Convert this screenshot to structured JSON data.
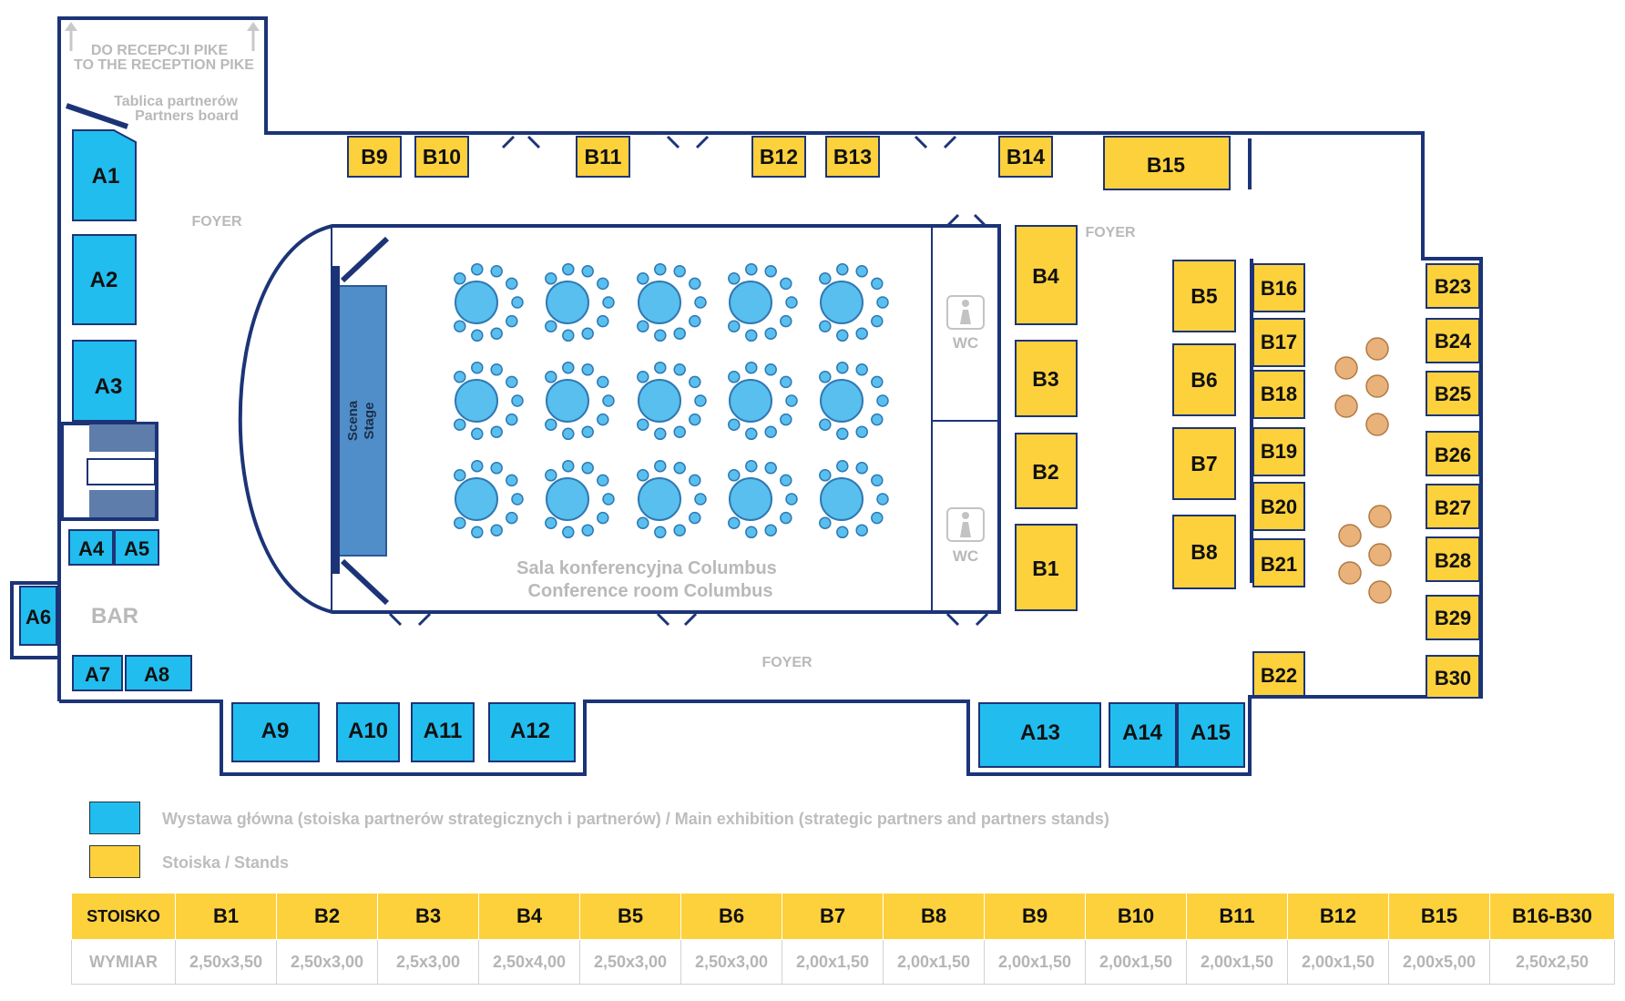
{
  "colors": {
    "wall": "#1c3477",
    "blue_booth": "#21bdee",
    "yellow_booth": "#fdd13c",
    "stage": "#4f8ec9",
    "table": "#59bfee",
    "chair": "#59bfee",
    "bar_table": "#e8b27a",
    "label_gray": "#b9b9b9"
  },
  "labels": {
    "reception_pl": "DO RECEPCJI PIKE",
    "reception_en": "TO THE RECEPTION PIKE",
    "partners_board_pl": "Tablica partnerów",
    "partners_board_en": "Partners board",
    "foyer": "FOYER",
    "bar": "BAR",
    "wc": "WC",
    "stage_pl": "Scena",
    "stage_en": "Stage",
    "room_pl": "Sala konferencyjna Columbus",
    "room_en": "Conference room Columbus"
  },
  "booths": {
    "a1": "A1",
    "a2": "A2",
    "a3": "A3",
    "a4": "A4",
    "a5": "A5",
    "a6": "A6",
    "a7": "A7",
    "a8": "A8",
    "a9": "A9",
    "a10": "A10",
    "a11": "A11",
    "a12": "A12",
    "a13": "A13",
    "a14": "A14",
    "a15": "A15",
    "b1": "B1",
    "b2": "B2",
    "b3": "B3",
    "b4": "B4",
    "b5": "B5",
    "b6": "B6",
    "b7": "B7",
    "b8": "B8",
    "b9": "B9",
    "b10": "B10",
    "b11": "B11",
    "b12": "B12",
    "b13": "B13",
    "b14": "B14",
    "b15": "B15",
    "b16": "B16",
    "b17": "B17",
    "b18": "B18",
    "b19": "B19",
    "b20": "B20",
    "b21": "B21",
    "b22": "B22",
    "b23": "B23",
    "b24": "B24",
    "b25": "B25",
    "b26": "B26",
    "b27": "B27",
    "b28": "B28",
    "b29": "B29",
    "b30": "B30"
  },
  "legend": {
    "main_exhibition": "Wystawa główna (stoiska partnerów strategicznych i partnerów) / Main exhibition (strategic partners and partners stands)",
    "stands": "Stoiska / Stands"
  },
  "table": {
    "header_label": "STOISKO",
    "row_label": "WYMIAR",
    "stands": [
      "B1",
      "B2",
      "B3",
      "B4",
      "B5",
      "B6",
      "B7",
      "B8",
      "B9",
      "B10",
      "B11",
      "B12",
      "B15",
      "B16-B30"
    ],
    "dims": [
      "2,50x3,50",
      "2,50x3,00",
      "2,5x3,00",
      "2,50x4,00",
      "2,50x3,00",
      "2,50x3,00",
      "2,00x1,50",
      "2,00x1,50",
      "2,00x1,50",
      "2,00x1,50",
      "2,00x1,50",
      "2,00x1,50",
      "2,00x5,00",
      "2,50x2,50"
    ]
  }
}
